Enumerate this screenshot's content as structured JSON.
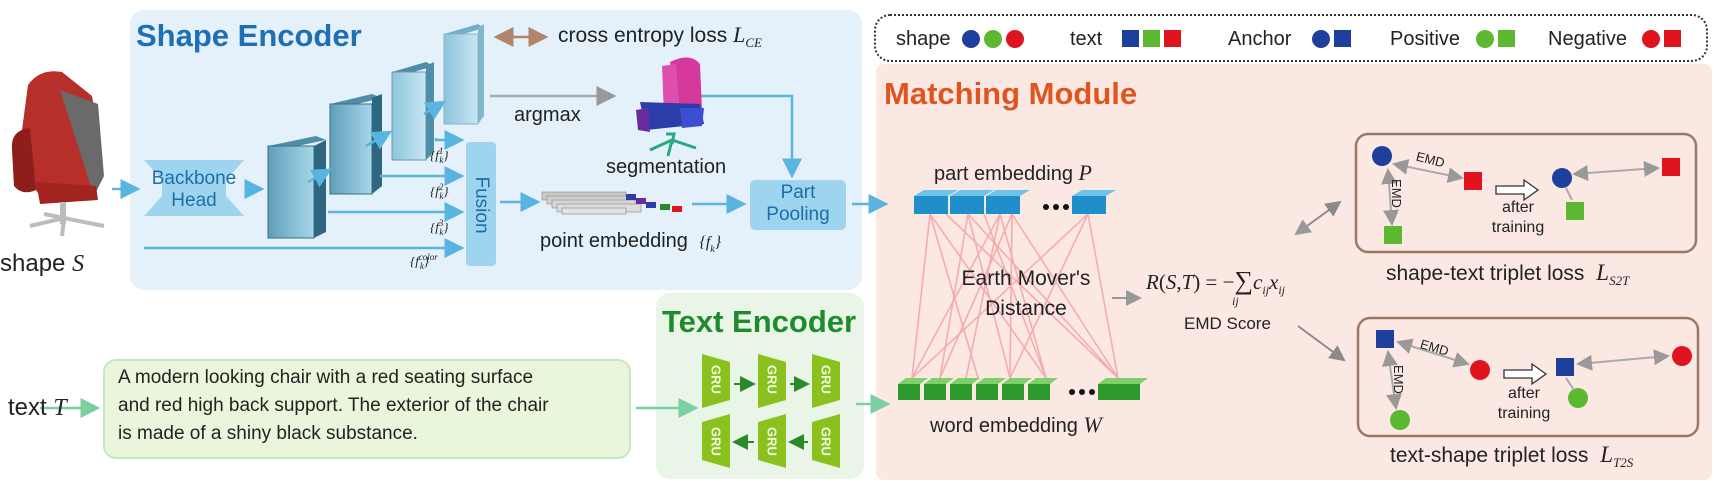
{
  "inputs": {
    "shape_label": "shape",
    "shape_symbol": "S",
    "text_label": "text",
    "text_symbol": "T"
  },
  "shape_encoder": {
    "title": "Shape Encoder",
    "backbone": [
      "Backbone",
      "Head"
    ],
    "ce_loss_label": "cross entropy loss",
    "ce_loss_symbol": "L",
    "ce_loss_sub": "CE",
    "argmax_label": "argmax",
    "segmentation_label": "segmentation",
    "fusion_label": "Fusion",
    "point_embedding_label": "point embedding",
    "point_embedding_symbol": "{f",
    "feature_labels": [
      {
        "sup": "1",
        "sub": "k"
      },
      {
        "sup": "2",
        "sub": "k"
      },
      {
        "sup": "3",
        "sub": "k"
      },
      {
        "sup": "color",
        "sub": "k"
      }
    ],
    "part_pooling": [
      "Part",
      "Pooling"
    ]
  },
  "text_encoder": {
    "title": "Text Encoder",
    "gru_label": "GRU",
    "input_text": "A modern looking chair with a red seating surface and red high back support. The exterior of the chair is made of a shiny black substance.",
    "input_lines": [
      "A modern looking chair with a red seating surface",
      "and red high back support. The exterior of the chair",
      "is made of a shiny black substance."
    ]
  },
  "matching_module": {
    "title": "Matching Module",
    "part_embedding_label": "part embedding",
    "part_embedding_symbol": "P",
    "word_embedding_label": "word embedding",
    "word_embedding_symbol": "W",
    "emd_line1": "Earth Mover's",
    "emd_line2": "Distance",
    "formula": "R(S,T) = −∑ c x",
    "emd_score_label": "EMD Score"
  },
  "legend": {
    "items": [
      {
        "label": "shape",
        "markers": [
          "circle:#1f3f9c",
          "circle:#5cb82e",
          "circle:#e0141e"
        ]
      },
      {
        "label": "text",
        "markers": [
          "square:#1f3f9c",
          "square:#5cb82e",
          "square:#e0141e"
        ]
      },
      {
        "label": "Anchor",
        "markers": [
          "circle:#1f3f9c",
          "square:#1f3f9c"
        ]
      },
      {
        "label": "Positive",
        "markers": [
          "circle:#5cb82e",
          "square:#5cb82e"
        ]
      },
      {
        "label": "Negative",
        "markers": [
          "circle:#e0141e",
          "square:#e0141e"
        ]
      }
    ]
  },
  "triplet_losses": {
    "emd_label": "EMD",
    "after_training": [
      "after",
      "training"
    ],
    "shape_text_label": "shape-text triplet loss",
    "shape_text_sub": "S2T",
    "text_shape_label": "text-shape triplet loss",
    "text_shape_sub": "T2S",
    "loss_symbol": "L"
  },
  "colors": {
    "blue_panel": "#e4f1fb",
    "green_panel": "#e9f5e6",
    "pink_panel": "#fce8e3",
    "encoder_title": "#1f6fb6",
    "text_enc_title": "#1f8a2e",
    "matching_title": "#e0551f",
    "arrow_blue": "#5ab4e0",
    "arrow_green": "#7ccfa3",
    "accent_blue": "#1f3f9c",
    "accent_green": "#5cb82e",
    "accent_red": "#e0141e"
  }
}
